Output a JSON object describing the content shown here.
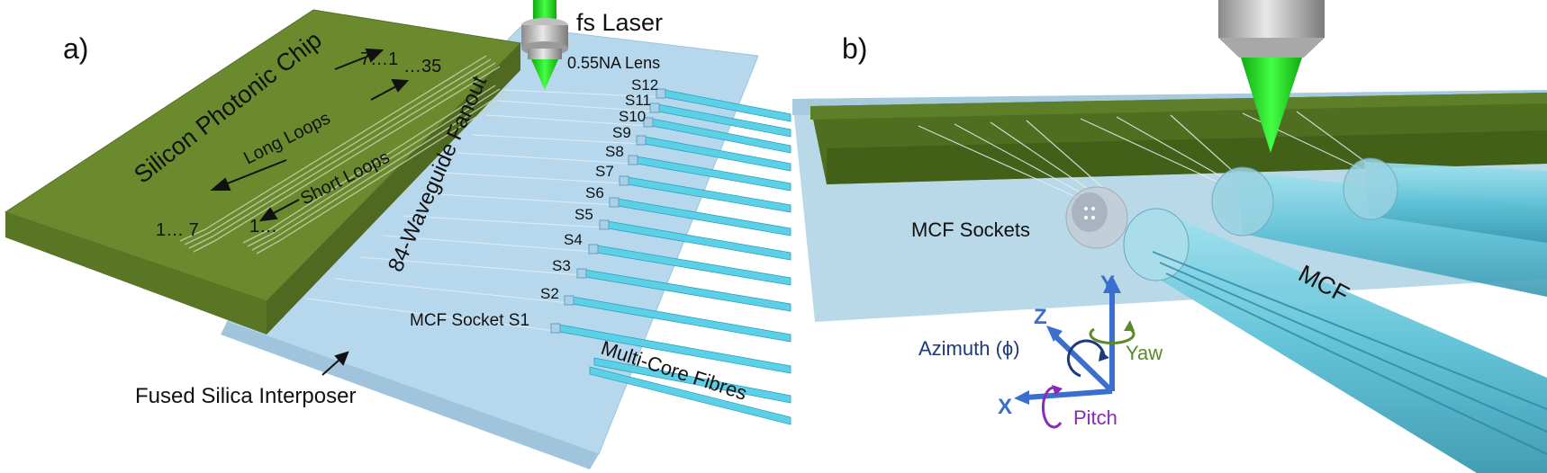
{
  "panel_a": {
    "panel_label": "a)",
    "laser_label": "fs Laser",
    "lens_label": "0.55NA Lens",
    "chip_label": "Silicon Photonic Chip",
    "long_loops_label": "Long Loops",
    "short_loops_label": "Short Loops",
    "long_loops_start": "1… 7",
    "long_loops_end": "7…1",
    "short_loops_start": "1…",
    "short_loops_end": "…35",
    "fanout_label": "84-Waveguide Fanout",
    "sockets": [
      "MCF Socket S1",
      "S2",
      "S3",
      "S4",
      "S5",
      "S6",
      "S7",
      "S8",
      "S9",
      "S10",
      "S11",
      "S12"
    ],
    "fibres_label": "Multi-Core Fibres",
    "interposer_label": "Fused Silica Interposer"
  },
  "panel_b": {
    "panel_label": "b)",
    "sockets_label": "MCF Sockets",
    "mcf_label": "MCF",
    "axes": {
      "y": "Y",
      "z": "Z",
      "x": "X"
    },
    "azimuth_label": "Azimuth (ϕ)",
    "yaw_label": "Yaw",
    "pitch_label": "Pitch"
  },
  "colors": {
    "chip_green": "#6b8a2e",
    "glass_blue": "#b7d8ec",
    "fibre_cyan": "#5cd0e6",
    "laser_green": "#22dd22",
    "axis_blue": "#3a6fd0",
    "yaw_green": "#5a8a2a",
    "pitch_purple": "#8a2ab8",
    "azimuth_navy": "#1e3a7a"
  }
}
